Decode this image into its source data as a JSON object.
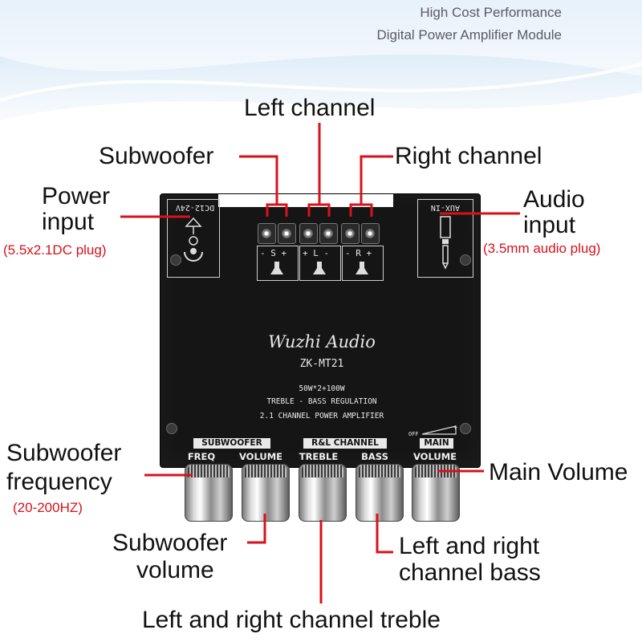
{
  "header": {
    "line1": "High Cost Performance",
    "line2": "Digital Power Amplifier Module"
  },
  "callouts": {
    "left_channel": "Left channel",
    "subwoofer": "Subwoofer",
    "right_channel": "Right channel",
    "power_input_line1": "Power",
    "power_input_line2": "input",
    "power_input_note": "(5.5x2.1DC plug)",
    "audio_input_line1": "Audio",
    "audio_input_line2": "input",
    "audio_input_note": "(3.5mm audio plug)",
    "sub_freq_line1": "Subwoofer",
    "sub_freq_line2": "frequency",
    "sub_freq_note": "(20-200HZ)",
    "main_volume": "Main Volume",
    "sub_volume_line1": "Subwoofer",
    "sub_volume_line2": "volume",
    "lr_bass_line1": "Left and right",
    "lr_bass_line2": "channel bass",
    "lr_treble": "Left and right channel treble"
  },
  "board": {
    "power_label": "DC12-24V",
    "aux_label": "AUX-IN",
    "terminal_s": "- S +",
    "terminal_l": "+ L -",
    "terminal_r": "- R +",
    "brand": "Wuzhi Audio",
    "model": "ZK-MT21",
    "power_spec": "50W*2+100W",
    "feature1": "TREBLE - BASS REGULATION",
    "feature2": "2.1 CHANNEL POWER AMPLIFIER",
    "group_sub": "SUBWOOFER",
    "group_rl": "R&L CHANNEL",
    "group_main": "MAIN",
    "off_label": "OFF",
    "knob_freq": "FREQ",
    "knob_volume1": "VOLUME",
    "knob_treble": "TREBLE",
    "knob_bass": "BASS",
    "knob_volume2": "VOLUME"
  },
  "colors": {
    "callout_line": "#d8111b",
    "note_text": "#d8111b",
    "board": "#151515"
  }
}
